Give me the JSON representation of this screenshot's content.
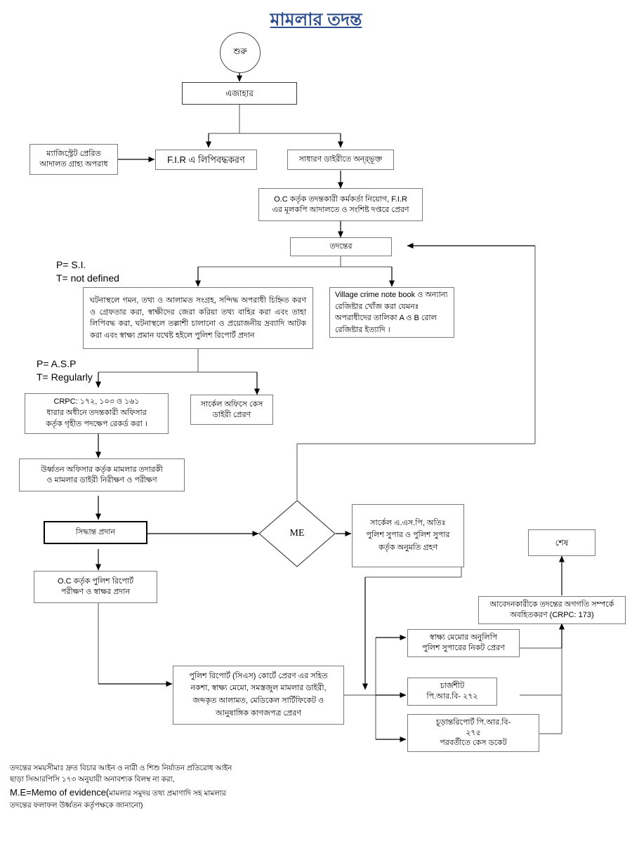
{
  "title": "মামলার তদন্ত",
  "nodes": {
    "start": "শুরু",
    "ejahar": "এজাহার",
    "magistrate": "ম্যাজিস্ট্রেট প্রেরিত\nআদালত গ্রাহ্য অপরাধ",
    "fir_record": "F.I.R এ লিপিবদ্ধকরণ",
    "general_diary": "সাধারণ ডাইরীতে অন্র্ভূক্ত",
    "oc_appoint": "O.C কর্তৃক তদন্তকারী কর্মকর্তা নিয়োগ, F.I.R\nএর মূলকপি আদালতে ও সংশিষ্ট দপ্তরে প্রেরণ",
    "investigation_start": "তদন্তের",
    "scene_actions": "ঘটনাস্থলে গমন, তথ্য ও আলামত সংগ্রহ, সন্দিদ্ধ অপরাধী চিহ্নিত করণ ও গ্রেফতার করা, স্বাক্ষীদের জেরা করিয়া তথ্য বাহির করা এবং তাহা লিপিবদ্ধ করা, ঘটনাস্থলে তল্লাশী চালানো ও প্রয়োজনীয় দ্রব্যাদি আটক করা এবং স্বাক্ষ্য প্রমান যথেষ্ট হইলে পুলিশ রিপোর্ট প্রদান",
    "village_crime_note": "Village crime note book ও অন্যান্য রেজিষ্টার খোঁজ করা যেমনঃ অপরাধীদের তালিকা A ও B রোল রেজিষ্টার ইত্যাদি ।",
    "crpc_record": "CRPC: ১৭২, ১০৩ ও ১৬১\nধারার অধীনে তদন্তকারী অফিসার\nকর্তৃক গৃহীত পদক্ষেপ রেকর্ড করা ।",
    "circle_office_cd": "সার্কেল অফিসে কেস\nডাইরী প্রেরণ",
    "supervision": "উর্ধ্বতন অফিসার কর্তৃক মামলার তদারকী\nও মামলার ডাইরী নিরীক্ষণ ও পরীক্ষণ",
    "decision": "সিদ্ধান্ত প্রদান",
    "me_diamond": "ME",
    "permission": "সার্কেল এ.এস.পি, অতিঃ\nপুলিশ সুপার ও পুলিশ সুপার\nকর্তৃক অনুমতি গ্রহণ",
    "oc_verify": "O.C কর্তৃক পুলিশ রিপোর্ট\nপরীক্ষণ ও স্বাক্ষর প্রদান",
    "end": "শেষ",
    "inform_applicant": "আবেদনকারীকে তদন্তের অগগতি সম্পর্কে\nঅবহিতকরণ (CRPC: 173)",
    "memo_copy": "স্বাক্ষ্য মেমোর অনুলিপি\nপুলিশ সুপারের নিকট প্রেরণ",
    "chargesheet": "চার্জশীট\nপি.আর.বি- ২৭২",
    "final_report": "চূড়ান্তরিপোর্ট পি.আর.বি-\n২৭৫\nপরবর্তীতে কেস ডকেট",
    "police_report_cs": "পুলিশ রিপোর্ট (সিএস) কোর্টে প্রেরণ এর সহিত নকশা, স্বাক্ষ্য মেমো, সমস্তজুল মামলার ডাইরী, জব্দকৃত আলামত, মেডিকেল সার্টিফিকেট ও আনুষাঙ্গিক কাগজপত্র প্রেরণ"
  },
  "annotations": {
    "si": "P= S.I.\nT= not defined",
    "asp": "P= A.S.P\nT= Regularly"
  },
  "footer": {
    "line1": "তদন্তের সময়সীমাঃ দ্রুত বিচার আইন ও নারী ও শিশু নির্যাতন প্রতিরোধ আইন",
    "line2": "ছাড়া সিআরপিসি ১৭৩ অনুযায়ী অনাবশ্যক বিলম্ব না করা,",
    "line3_big": "M.E=Memo of evidence(",
    "line3_small": "মামলার সমুদয় তথ্য প্রমাণাদি সহ মামলার",
    "line4": "তদন্তের ফলাফল উর্ধ্বতন কর্তৃপক্ষকে জানানো)"
  },
  "colors": {
    "title": "#2f4f8f",
    "line": "#6e6e6e",
    "box_border": "#7a7a7a",
    "arrow": "#000000"
  }
}
